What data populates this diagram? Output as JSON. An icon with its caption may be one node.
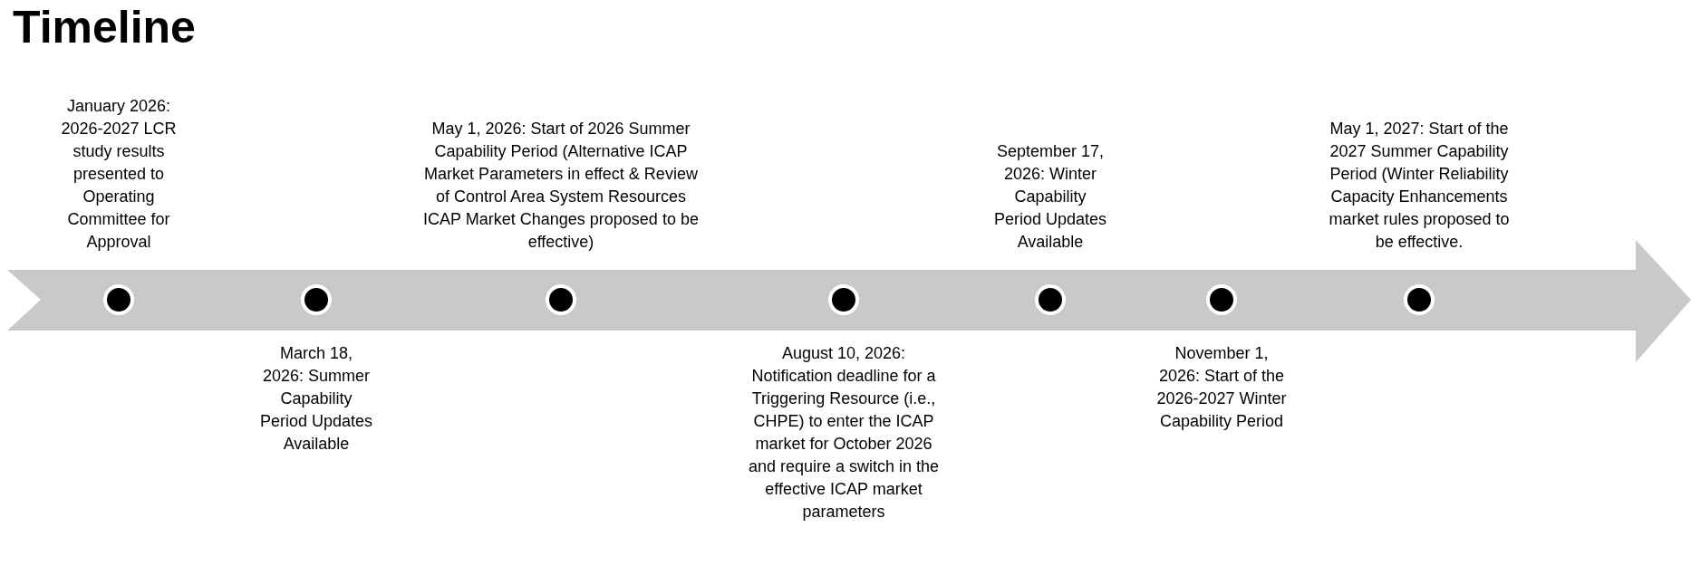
{
  "diagram": {
    "title": "Timeline",
    "labels": [
      "January 2026: 2026-2027 LCR study results presented to Operating Committee for Approval",
      "March 18, 2026: Summer Capability Period Updates Available",
      "May 1, 2026: Start of 2026 Summer Capability Period (Alternative ICAP Market Parameters in effect & Review of Control Area System Resources ICAP Market Changes proposed to be effective)",
      "August 10, 2026: Notification deadline for a Triggering Resource (i.e., CHPE) to enter the ICAP market for October 2026 and require a switch in the effective ICAP market parameters",
      "September 17, 2026: Winter Capability Period Updates Available",
      "November 1, 2026: Start of the 2026-2027 Winter Capability Period",
      "May 1, 2027: Start of the 2027 Summer Capability Period (Winter Reliability Capacity Enhancements market rules proposed to be effective."
    ]
  }
}
